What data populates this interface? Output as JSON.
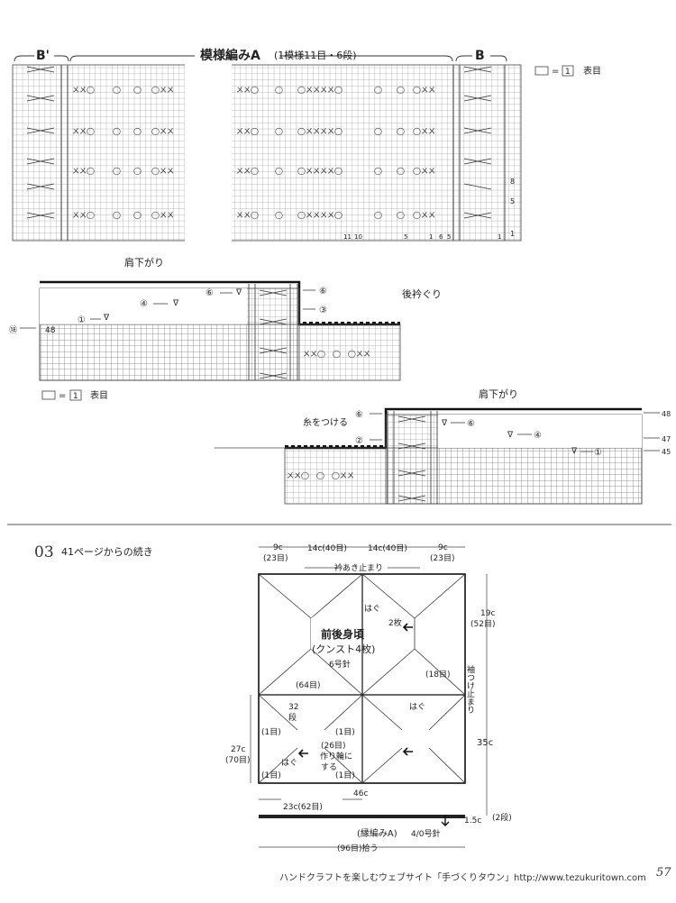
{
  "top_chart": {
    "label_b_prime": "B'",
    "title_main": "模様編みA",
    "title_sub": "(1模様11目・6段)",
    "label_b": "B",
    "legend_eq": "=",
    "legend_one": "1",
    "legend_text": "表目",
    "row_numbers": [
      "8",
      "5",
      "1"
    ],
    "col_numbers": [
      "11",
      "10",
      "5",
      "1",
      "6",
      "5",
      "1"
    ]
  },
  "middle_chart": {
    "shoulder_title": "肩下がり",
    "neck_title": "後衿ぐり",
    "row_48": "48",
    "markers": [
      "①",
      "④",
      "⑥",
      "⑥",
      "③"
    ],
    "legend_eq": "=",
    "legend_one": "1",
    "legend_text": "表目"
  },
  "right_chart": {
    "shoulder_title": "肩下がり",
    "attach_yarn": "糸をつける",
    "markers": [
      "⑥",
      "②",
      "⑥",
      "④",
      "①"
    ],
    "row_48": "48",
    "row_47": "47",
    "row_45": "45"
  },
  "section": {
    "number": "03",
    "continued": "41ページからの続き"
  },
  "diagram": {
    "top_dims": [
      "9c",
      "14c(40目)",
      "14c(40目)",
      "9c"
    ],
    "top_dims_sub": [
      "(23目)",
      "(23目)"
    ],
    "neck_opening": "衿あき止まり",
    "right_top": "19c",
    "right_top_sub": "(52目)",
    "hagu_1": "はぐ",
    "two_pieces": "2枚",
    "title": "前後身頃",
    "subtitle": "(クンスト4枚)",
    "needle": "6号針",
    "eighteen": "(18目)",
    "sixty_four": "(64目)",
    "sleeve_label": "袖つけ止まり",
    "hagu_2": "はぐ",
    "thirty_two": "32",
    "dan": "段",
    "one_a": "(1目)",
    "one_b": "(1目)",
    "twenty_six": "(26目)",
    "start_chain": "作り輪に",
    "suru": "する",
    "hagu_3": "はぐ",
    "one_c": "(1目)",
    "one_d": "(1目)",
    "left_27": "27c",
    "left_70": "(70目)",
    "right_35": "35c",
    "forty_six": "46c",
    "twenty_three": "23c(62目)",
    "edge_knit": "(縁編みA)",
    "needle_small": "4/0号針",
    "one_five": "1.5c",
    "two_dan": "(2段)",
    "pickup": "(96目)拾う"
  },
  "footer": {
    "text": "ハンドクラフトを楽しむウェブサイト「手づくりタウン」http://www.tezukuritown.com",
    "page": "57"
  }
}
